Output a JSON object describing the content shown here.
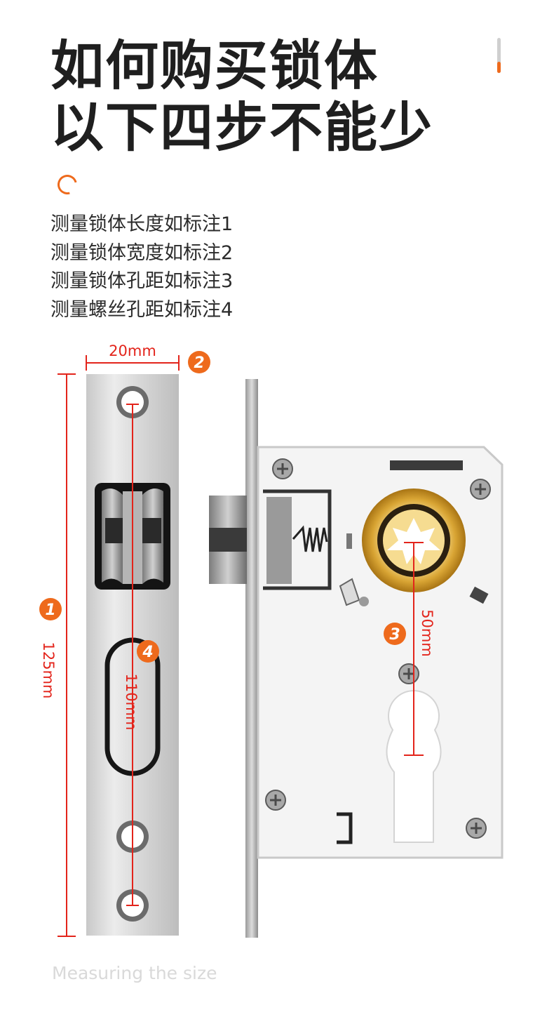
{
  "title": {
    "line1": "如何购买锁体",
    "line2": "以下四步不能少"
  },
  "steps": [
    "测量锁体长度如标注1",
    "测量锁体宽度如标注2",
    "测量锁体孔距如标注3",
    "测量螺丝孔距如标注4"
  ],
  "annotations": {
    "length": {
      "marker": "1",
      "label": "125mm"
    },
    "width": {
      "marker": "2",
      "label": "20mm"
    },
    "hole_distance": {
      "marker": "3",
      "label": "50mm"
    },
    "screw_distance": {
      "marker": "4",
      "label": "110mm"
    }
  },
  "footer": "Measuring the size",
  "colors": {
    "accent": "#ee6a1c",
    "dimension_line": "#e3241b",
    "title": "#1f1f1f",
    "footer": "#d9d9d9"
  },
  "icons": {
    "scroll": "scroll-indicator-icon",
    "ring": "loading-ring-icon"
  }
}
